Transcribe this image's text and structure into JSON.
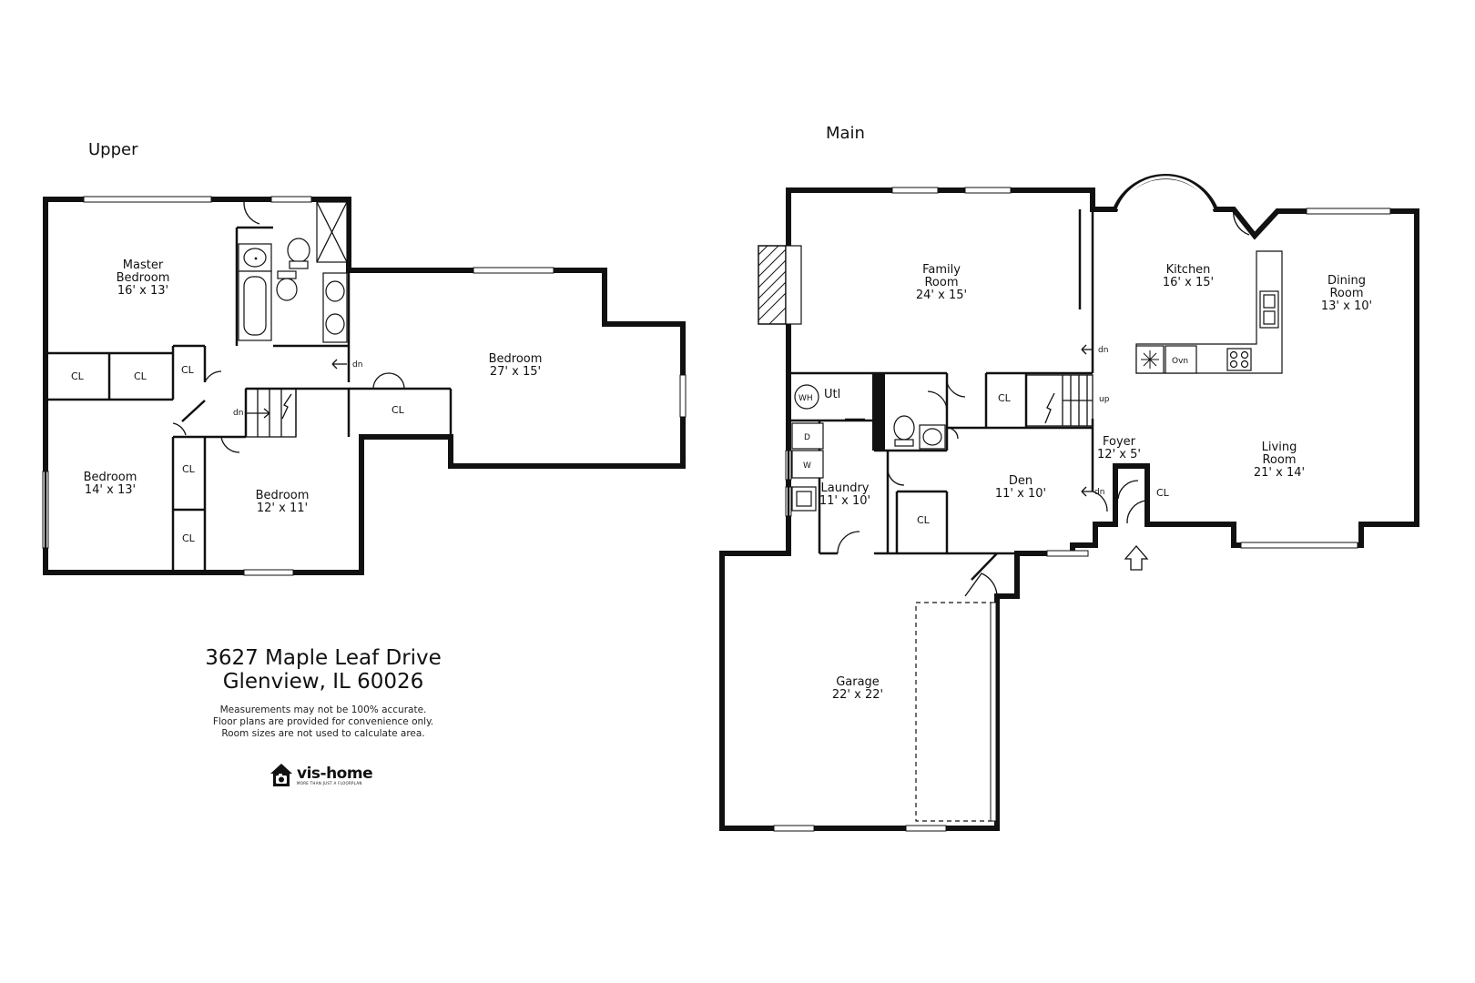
{
  "floors": {
    "upper": {
      "title": "Upper",
      "rooms": {
        "master_bedroom": {
          "name_line1": "Master",
          "name_line2": "Bedroom",
          "size": "16' x 13'"
        },
        "bedroom_large": {
          "name": "Bedroom",
          "size": "27' x 15'"
        },
        "bedroom_left": {
          "name": "Bedroom",
          "size": "14' x 13'"
        },
        "bedroom_mid": {
          "name": "Bedroom",
          "size": "12' x 11'"
        }
      },
      "closet_label": "CL",
      "stair_label": "dn"
    },
    "main": {
      "title": "Main",
      "rooms": {
        "family_room": {
          "name_line1": "Family",
          "name_line2": "Room",
          "size": "24' x 15'"
        },
        "kitchen": {
          "name": "Kitchen",
          "size": "16' x 15'"
        },
        "dining_room": {
          "name_line1": "Dining",
          "name_line2": "Room",
          "size": "13' x 10'"
        },
        "living_room": {
          "name_line1": "Living",
          "name_line2": "Room",
          "size": "21' x 14'"
        },
        "foyer": {
          "name": "Foyer",
          "size": "12' x 5'"
        },
        "den": {
          "name": "Den",
          "size": "11' x 10'"
        },
        "laundry": {
          "name": "Laundry",
          "size": "11' x 10'"
        },
        "garage": {
          "name": "Garage",
          "size": "22' x 22'"
        },
        "utility": {
          "name": "Utl"
        }
      },
      "closet_label": "CL",
      "appliances": {
        "water_heater": "WH",
        "dryer": "D",
        "washer": "W",
        "oven": "Ovn"
      },
      "stair_labels": {
        "down": "dn",
        "up": "up"
      }
    }
  },
  "address": {
    "line1": "3627 Maple Leaf Drive",
    "line2": "Glenview, IL 60026"
  },
  "disclaimer": [
    "Measurements may not be 100% accurate.",
    "Floor plans are provided for convenience only.",
    "Room sizes are not used to calculate area."
  ],
  "brand": {
    "name": "vis-home",
    "tagline": "MORE THAN JUST A FLOORPLAN",
    "icon": "house-camera-icon"
  }
}
